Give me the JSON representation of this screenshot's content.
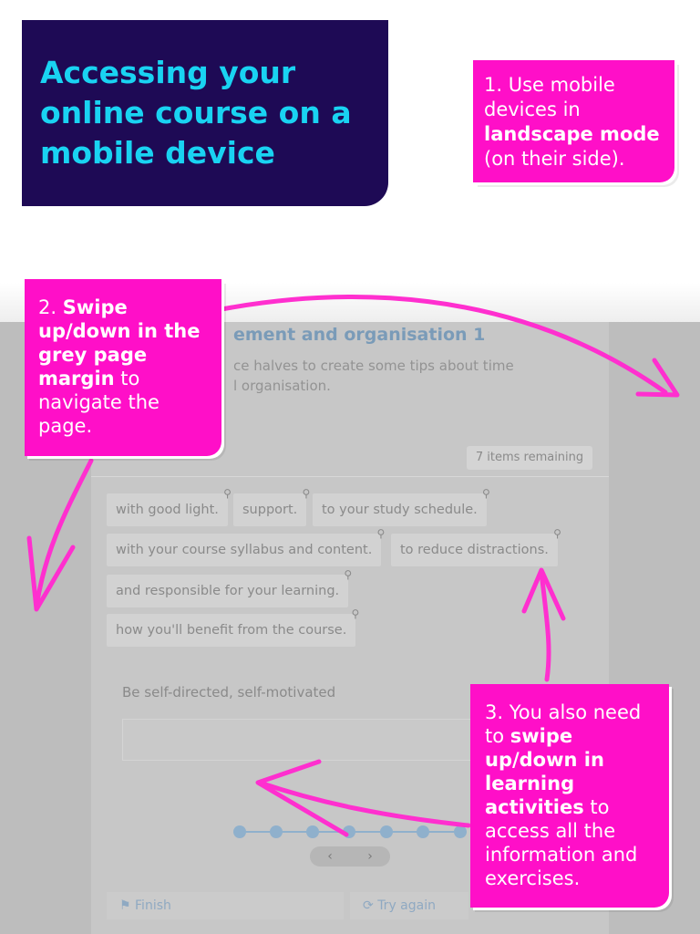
{
  "title": "Accessing your online course on a mobile device",
  "callouts": {
    "one": {
      "pre": "1. Use mobile devices in ",
      "bold": "landscape mode",
      "post": " (on their side)."
    },
    "two": {
      "pre": "2. ",
      "bold": "Swipe up/down in the grey page margin",
      "post": " to navigate the page."
    },
    "three": {
      "pre": "3. You also need to ",
      "bold1": "swipe up/down in learning activities",
      "post": " to access all the information and exercises."
    }
  },
  "activity": {
    "title": "ement and organisation 1",
    "instruction_line1": "ce halves to create some tips about time",
    "instruction_line2": "l organisation.",
    "remaining": "7 items remaining",
    "tiles": [
      "with good light.",
      "support.",
      "to your study schedule.",
      "with your course syllabus and content.",
      "to reduce distractions.",
      "and responsible for your learning.",
      "how you'll benefit from the course."
    ],
    "target_label": "Be self-directed, self-motivated",
    "nav": {
      "prev": "‹",
      "next": "›"
    },
    "finish_label": "Finish",
    "try_again_label": "Try again"
  },
  "colors": {
    "title_bg": "#1e0a55",
    "title_text": "#19d3f2",
    "callout_bg": "#ff0fc8",
    "arrow": "#ff2fcf",
    "grey_margin": "#bdbdbd"
  },
  "icons": {
    "pin": "pin-icon",
    "flag": "flag-icon",
    "refresh": "refresh-icon",
    "chevron_left": "chevron-left-icon",
    "chevron_right": "chevron-right-icon"
  }
}
